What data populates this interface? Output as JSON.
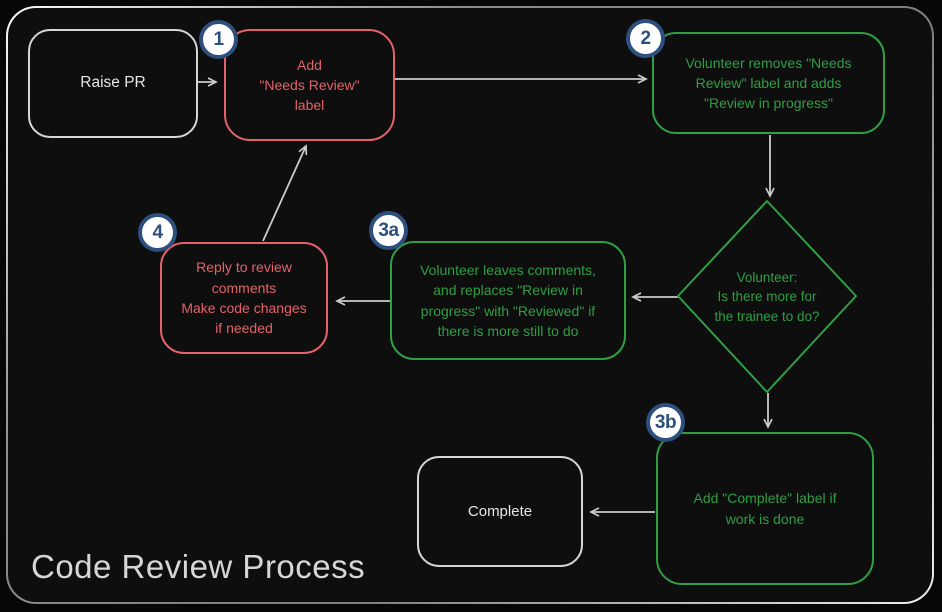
{
  "title": "Code Review Process",
  "colors": {
    "red": "#e4626a",
    "green": "#2f9e44",
    "neutral": "#d6d6d6",
    "badge_blue": "#2d4f7e",
    "arrow": "#cbcbcb",
    "background": "#0e0e0e"
  },
  "nodes": {
    "raise_pr": {
      "label": "Raise PR"
    },
    "step1": {
      "badge": "1",
      "label": "Add\n\"Needs Review\"\nlabel"
    },
    "step2": {
      "badge": "2",
      "label": "Volunteer removes \"Needs\nReview\" label and adds\n\"Review in progress\""
    },
    "decision": {
      "label": "Volunteer:\nIs there more for\nthe trainee to do?"
    },
    "step3a": {
      "badge": "3a",
      "label": "Volunteer leaves comments,\nand replaces \"Review in\nprogress\" with \"Reviewed\" if\nthere is more still to do"
    },
    "step4": {
      "badge": "4",
      "label": "Reply to review\ncomments\nMake code changes\nif needed"
    },
    "step3b": {
      "badge": "3b",
      "label": "Add \"Complete\" label if\nwork is done"
    },
    "complete": {
      "label": "Complete"
    }
  },
  "edges": [
    {
      "from": "raise_pr",
      "to": "step1"
    },
    {
      "from": "step1",
      "to": "step2"
    },
    {
      "from": "step2",
      "to": "decision"
    },
    {
      "from": "decision",
      "to": "step3a"
    },
    {
      "from": "step3a",
      "to": "step4"
    },
    {
      "from": "step4",
      "to": "step1"
    },
    {
      "from": "decision",
      "to": "step3b"
    },
    {
      "from": "step3b",
      "to": "complete"
    }
  ]
}
